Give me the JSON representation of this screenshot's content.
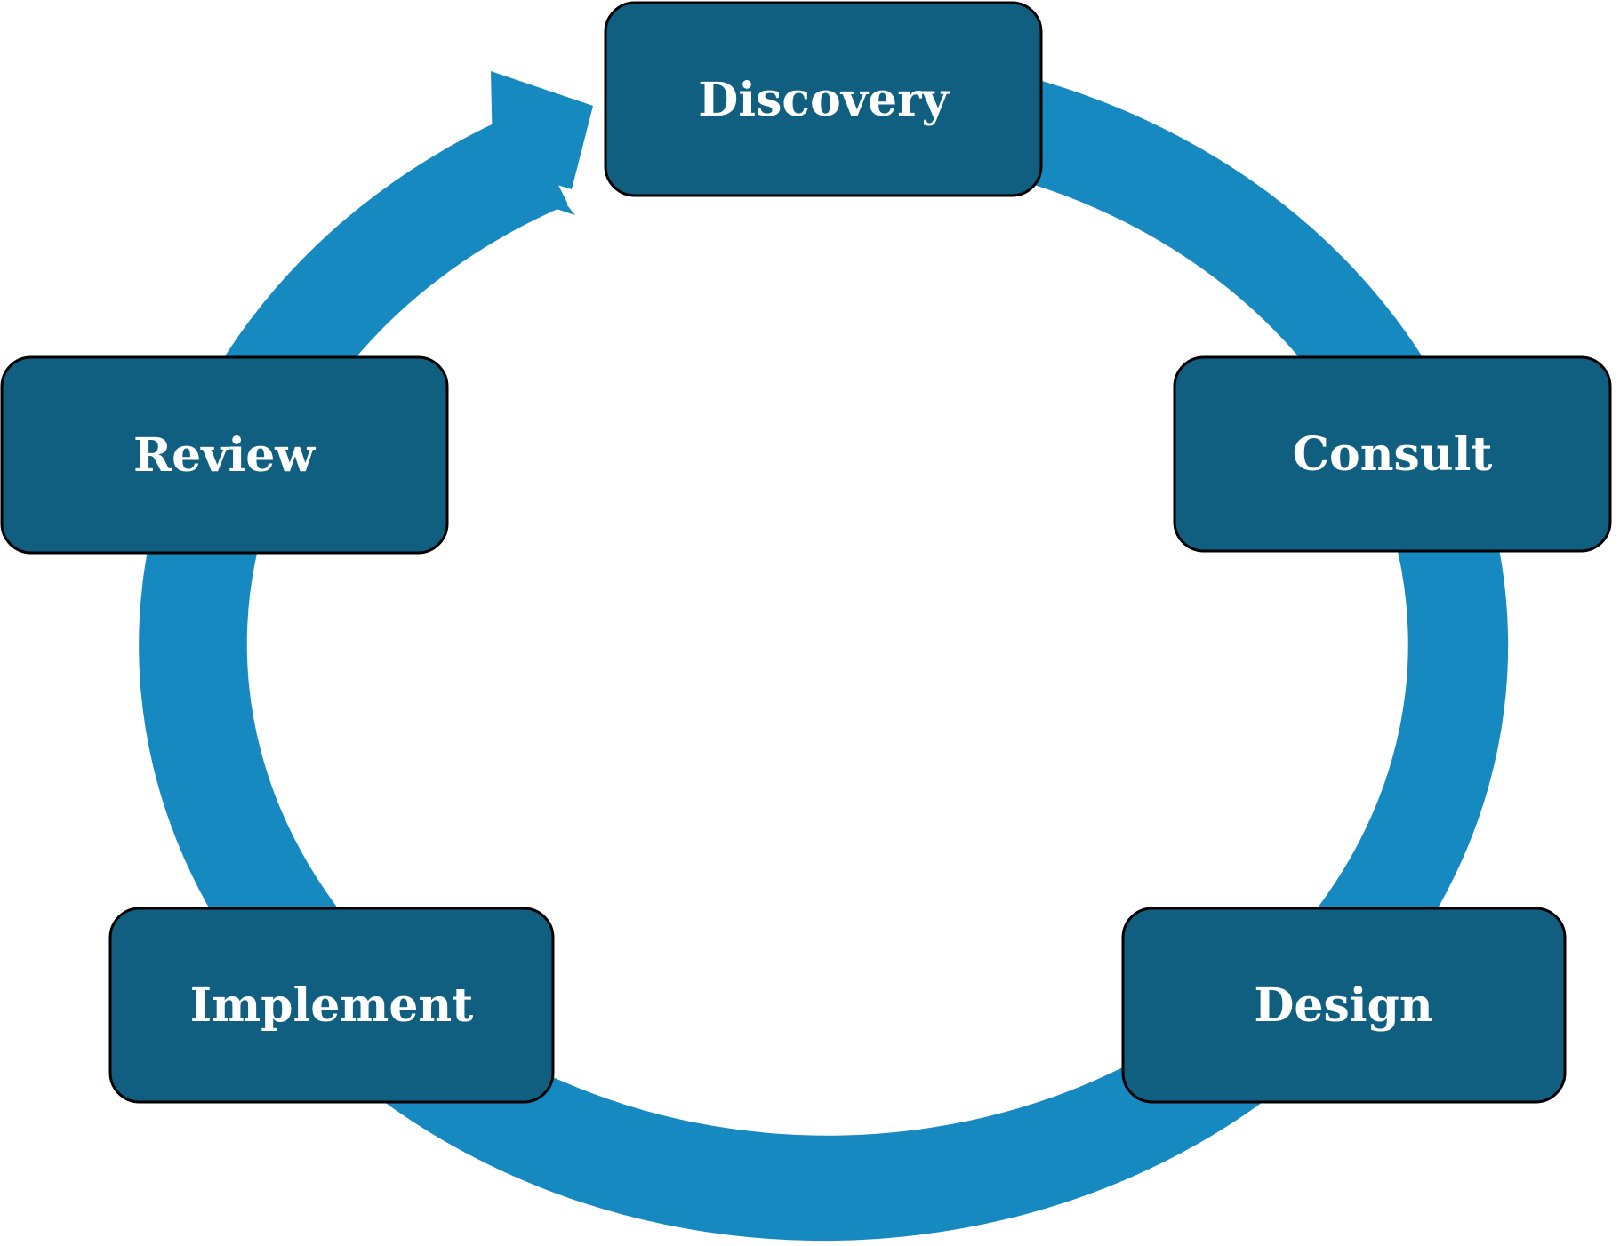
{
  "diagram": {
    "type": "cycle",
    "direction": "clockwise",
    "nodes": [
      {
        "id": "discovery",
        "label": "Discovery"
      },
      {
        "id": "consult",
        "label": "Consult"
      },
      {
        "id": "design",
        "label": "Design"
      },
      {
        "id": "implement",
        "label": "Implement"
      },
      {
        "id": "review",
        "label": "Review"
      }
    ]
  },
  "colors": {
    "ring": "#1789C1",
    "node_fill": "#115F80",
    "node_border": "#000000",
    "label_text": "#FFFFFF"
  }
}
